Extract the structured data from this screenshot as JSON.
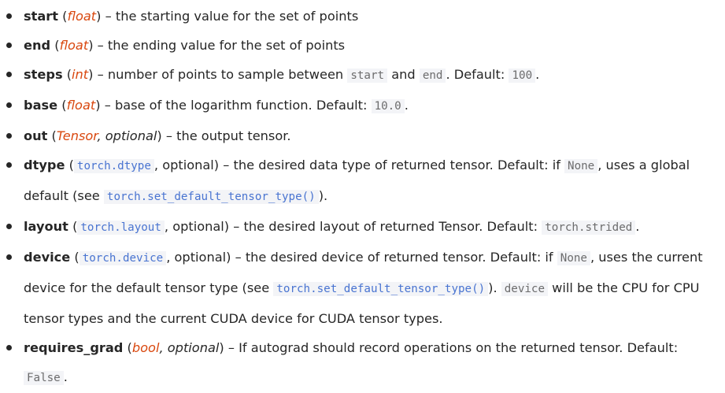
{
  "params": [
    {
      "name": "start",
      "type": "float",
      "desc": "the starting value for the set of points"
    },
    {
      "name": "end",
      "type": "float",
      "desc": "the ending value for the set of points"
    },
    {
      "name": "steps",
      "type": "int",
      "desc_before": "number of points to sample between ",
      "code1": "start",
      "mid": " and ",
      "code2": "end",
      "after": ". Default: ",
      "default": "100",
      "end": "."
    },
    {
      "name": "base",
      "type": "float",
      "desc": "base of the logarithm function. Default: ",
      "default": "10.0",
      "end": "."
    },
    {
      "name": "out",
      "type": "Tensor",
      "optional": "optional",
      "desc": "the output tensor."
    },
    {
      "name": "dtype",
      "type_link": "torch.dtype",
      "optional": "optional",
      "desc_before": "the desired data type of returned tensor. Default: if ",
      "code1": "None",
      "mid": ", uses a global default (see ",
      "link": "torch.set_default_tensor_type()",
      "after": ")."
    },
    {
      "name": "layout",
      "type_link": "torch.layout",
      "optional": "optional",
      "desc": "the desired layout of returned Tensor. Default: ",
      "default": "torch.strided",
      "end": "."
    },
    {
      "name": "device",
      "type_link": "torch.device",
      "optional": "optional",
      "desc_before": "the desired device of returned tensor. Default: if ",
      "code1": "None",
      "mid": ", uses the current device for the default tensor type (see ",
      "link": "torch.set_default_tensor_type()",
      "mid2": "). ",
      "code2": "device",
      "after": " will be the CPU for CPU tensor types and the current CUDA device for CUDA tensor types."
    },
    {
      "name": "requires_grad",
      "type": "bool",
      "optional": "optional",
      "desc": "If autograd should record operations on the returned tensor. Default: ",
      "default": "False",
      "end": "."
    }
  ]
}
